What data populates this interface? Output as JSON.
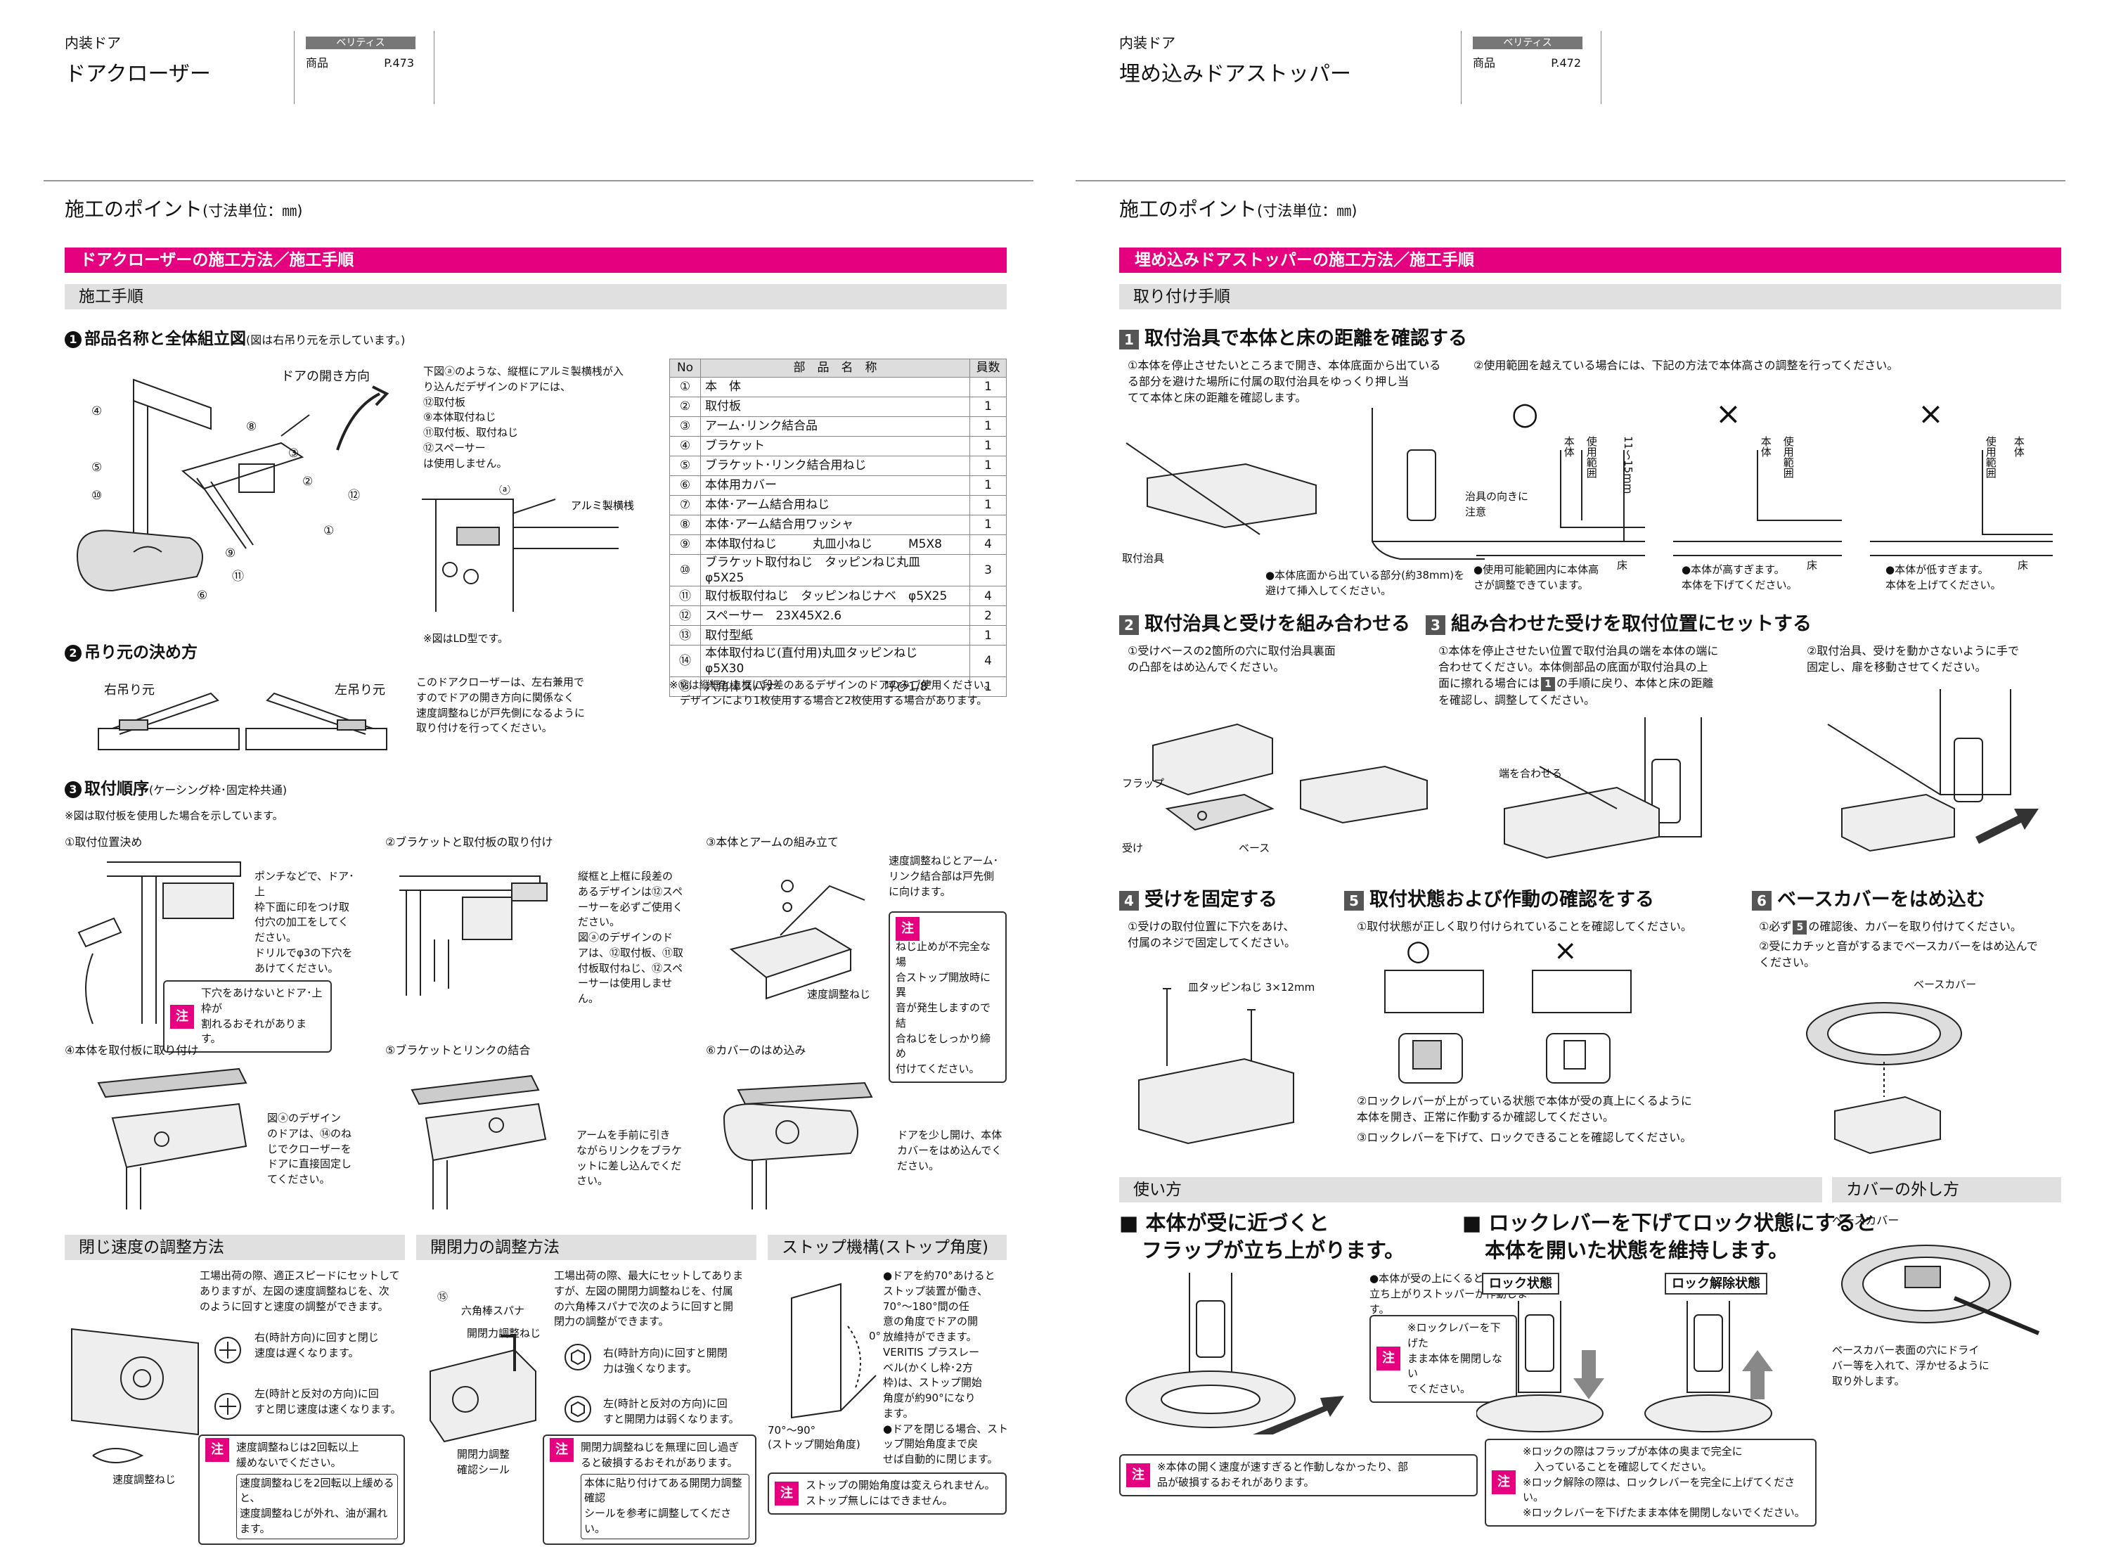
{
  "left": {
    "category": "内装ドア",
    "title": "ドアクローザー",
    "brand": "ベリティス",
    "ref_label": "商品",
    "ref_page": "P.473",
    "section_title": "施工のポイント",
    "section_unit": "(寸法単位：㎜)",
    "pink_heading": "ドアクローザーの施工方法／施工手順",
    "gray_heading": "施工手順",
    "step1": {
      "num": "1",
      "title": "部品名称と全体組立図",
      "note": "(図は右吊り元を示しています。)",
      "door_dir": "ドアの開き方向",
      "nums": [
        "④",
        "⑤",
        "⑩",
        "③",
        "②",
        "①",
        "⑫",
        "⑧",
        "⑨",
        "⑪",
        "⑥"
      ]
    },
    "step1_text": [
      "下図ⓐのような、縦框にアルミ製横桟が入",
      "り込んだデザインのドアには、",
      "⑫取付板",
      "⑨本体取付ねじ",
      "⑪取付板、取付ねじ",
      "⑫スペーサー",
      "は使用しません。"
    ],
    "fig_a_label": "ⓐ",
    "fig_a_text": "アルミ製横桟",
    "fig_a_note": "※図はLD型です。",
    "table": {
      "headers": [
        "No",
        "部　品　名　称",
        "員数"
      ],
      "rows": [
        [
          "①",
          "本　体",
          "1"
        ],
        [
          "②",
          "取付板",
          "1"
        ],
        [
          "③",
          "アーム･リンク結合品",
          "1"
        ],
        [
          "④",
          "ブラケット",
          "1"
        ],
        [
          "⑤",
          "ブラケット･リンク結合用ねじ",
          "1"
        ],
        [
          "⑥",
          "本体用カバー",
          "1"
        ],
        [
          "⑦",
          "本体･アーム結合用ねじ",
          "1"
        ],
        [
          "⑧",
          "本体･アーム結合用ワッシャ",
          "1"
        ],
        [
          "⑨",
          "本体取付ねじ　　　丸皿小ねじ　　　M5X8",
          "4"
        ],
        [
          "⑩",
          "ブラケット取付ねじ　タッピンねじ丸皿　φ5X25",
          "3"
        ],
        [
          "⑪",
          "取付板取付ねじ　タッピンねじナベ　φ5X25",
          "4"
        ],
        [
          "⑫",
          "スペーサー　23X45X2.6",
          "2"
        ],
        [
          "⑬",
          "取付型紙",
          "1"
        ],
        [
          "⑭",
          "本体取付ねじ(直付用)丸皿タッピンねじ　φ5X30",
          "4"
        ],
        [
          "⑮",
          "六角棒スパナ　　　　　　　　　呼び1/8″",
          "1"
        ]
      ],
      "note": [
        "※⑫は縦框と上框に段差のあるデザインのドアのみご使用ください。",
        "　デザインにより1枚使用する場合と2枚使用する場合があります。"
      ]
    },
    "step2": {
      "num": "2",
      "title": "吊り元の決め方",
      "right": "右吊り元",
      "left": "左吊り元",
      "text": [
        "このドアクローザーは、左右兼用で",
        "すのでドアの開き方向に関係なく",
        "速度調整ねじが戸先側になるように",
        "取り付けを行ってください。"
      ]
    },
    "step3": {
      "num": "3",
      "title": "取付順序",
      "note": "(ケーシング枠･固定枠共通)",
      "sub": "※図は取付板を使用した場合を示しています。"
    },
    "proc1": {
      "title": "①取付位置決め",
      "text": [
        "ポンチなどで、ドア･上",
        "枠下面に印をつけ取",
        "付穴の加工をしてく",
        "ださい。",
        "ドリルでφ3の下穴を",
        "あけてください。"
      ],
      "caution": [
        "下穴をあけないとドア･上枠が",
        "割れるおそれがあります。"
      ]
    },
    "proc2": {
      "title": "②ブラケットと取付板の取り付け",
      "text": [
        "縦框と上框に段差の",
        "あるデザインは⑫スペ",
        "ーサーを必ずご使用く",
        "ださい。",
        "図ⓐのデザインのド",
        "アは、⑫取付板、⑪取",
        "付板取付ねじ、⑫スペ",
        "ーサーは使用しませ",
        "ん。"
      ]
    },
    "proc3": {
      "title": "③本体とアームの組み立て",
      "text": [
        "速度調整ねじとアーム･",
        "リンク結合部は戸先側",
        "に向けます。"
      ],
      "caution": [
        "ねじ止めが不完全な場",
        "合ストップ開放時に異",
        "音が発生しますので結",
        "合ねじをしっかり締め",
        "付けてください。"
      ],
      "label": "速度調整ねじ"
    },
    "proc4": {
      "title": "④本体を取付板に取り付け",
      "text": [
        "図ⓐのデザイン",
        "のドアは、⑭のね",
        "じでクローザーを",
        "ドアに直接固定し",
        "てください。"
      ]
    },
    "proc5": {
      "title": "⑤ブラケットとリンクの結合",
      "text": [
        "アームを手前に引き",
        "ながらリンクをブラケ",
        "ットに差し込んでくだ",
        "さい。"
      ]
    },
    "proc6": {
      "title": "⑥カバーのはめ込み",
      "text": [
        "ドアを少し開け、本体",
        "カバーをはめ込んでく",
        "ださい。"
      ]
    },
    "speed": {
      "heading": "閉じ速度の調整方法",
      "text": [
        "工場出荷の際、適正スピードにセットして",
        "ありますが、左図の速度調整ねじを、次",
        "のように回すと速度の調整ができます。"
      ],
      "r1": [
        "右(時計方向)に回すと閉じ",
        "速度は遅くなります。"
      ],
      "r2": [
        "左(時計と反対の方向)に回",
        "すと閉じ速度は速くなります。"
      ],
      "label": "速度調整ねじ",
      "caution": [
        "速度調整ねじは2回転以上",
        "緩めないでください。"
      ],
      "note": [
        "速度調整ねじを2回転以上緩めると、",
        "速度調整ねじが外れ、油が漏れます。"
      ]
    },
    "force": {
      "heading": "開閉力の調整方法",
      "text": [
        "工場出荷の際、最大にセットしてありま",
        "すが、左図の開閉力調整ねじを、付属",
        "の六角棒スパナで次のように回すと開",
        "閉力の調整ができます。"
      ],
      "l1": "⑮",
      "l2": "六角棒スパナ",
      "l3": "開閉力調整ねじ",
      "r1": [
        "右(時計方向)に回すと開閉",
        "力は強くなります。"
      ],
      "r2": [
        "左(時計と反対の方向)に回",
        "すと開閉力は弱くなります。"
      ],
      "label": [
        "開閉力調整",
        "確認シール"
      ],
      "caution": [
        "開閉力調整ねじを無理に回し過ぎ",
        "ると破損するおそれがあります。"
      ],
      "note": [
        "本体に貼り付けてある開閉力調整確認",
        "シールを参考に調整してください。"
      ]
    },
    "stop": {
      "heading": "ストップ機構(ストップ角度)",
      "text": [
        "●ドアを約70°あけると",
        "ストップ装置が働き、",
        "70°～180°間の任",
        "意の角度でドアの開",
        "放維持ができます。",
        "VERITIS プラスレー",
        "ベル(かくし枠･2方",
        "枠)は、ストップ開始",
        "角度が約90°になり",
        "ます。",
        "●ドアを閉じる場合、スト",
        "ップ開始角度まで戻",
        "せば自動的に閉じます。"
      ],
      "angle": "70°～90°",
      "angle_note": "(ストップ開始角度)",
      "zero": "0°",
      "caution": [
        "ストップの開始角度は変えられません。",
        "ストップ無しにはできません。"
      ]
    }
  },
  "right": {
    "category": "内装ドア",
    "title": "埋め込みドアストッパー",
    "brand": "ベリティス",
    "ref_label": "商品",
    "ref_page": "P.472",
    "section_title": "施工のポイント",
    "section_unit": "(寸法単位：㎜)",
    "pink_heading": "埋め込みドアストッパーの施工方法／施工手順",
    "gray_heading": "取り付け手順",
    "s1": {
      "num": "1",
      "title": "取付治具で本体と床の距離を確認する",
      "t1": [
        "①本体を停止させたいところまで開き、本体底面から出ている",
        "る部分を避けた場所に付属の取付治具をゆっくり押し当",
        "てて本体と床の距離を確認します。"
      ],
      "t2": "②使用範囲を越えている場合には、下記の方法で本体高さの調整を行ってください。",
      "jig": "取付治具",
      "note1": [
        "●本体底面から出ている部分(約38mm)を",
        "避けて挿入してください。"
      ],
      "ok": "○",
      "ng": "×",
      "body": "本体",
      "range": "使用範囲",
      "dim": "11～15mm",
      "jig_dir": [
        "治具の向きに",
        "注意"
      ],
      "floor": "床",
      "c1": [
        "●使用可能範囲内に本体高",
        "さが調整できています。"
      ],
      "c2": [
        "●本体が高すぎます。",
        "本体を下げてください。"
      ],
      "c3": [
        "●本体が低すぎます。",
        "本体を上げてください。"
      ]
    },
    "s2": {
      "num": "2",
      "title": "取付治具と受けを組み合わせる",
      "text": [
        "①受けベースの2箇所の穴に取付治具裏面",
        "の凸部をはめ込んでください。"
      ],
      "flap": "フラップ",
      "base": "ベース",
      "uke": "受け"
    },
    "s3": {
      "num": "3",
      "title": "組み合わせた受けを取付位置にセットする",
      "t1": [
        "①本体を停止させたい位置で取付治具の端を本体の端に",
        "合わせてください。本体側部品の底面が取付治具の上",
        "面に擦れる場合には",
        "の手順に戻り、本体と床の距離",
        "を確認し、調整してください。"
      ],
      "t1_ref": "1",
      "t2": [
        "②取付治具、受けを動かさないように手で",
        "固定し、扉を移動させてください。"
      ],
      "align": "端を合わせる"
    },
    "s4": {
      "num": "4",
      "title": "受けを固定する",
      "text": [
        "①受けの取付位置に下穴をあけ、",
        "付属のネジで固定してください。"
      ],
      "screw": "皿タッピンねじ 3×12mm"
    },
    "s5": {
      "num": "5",
      "title": "取付状態および作動の確認をする",
      "t1": "①取付状態が正しく取り付けられていることを確認してください。",
      "ok": "○",
      "ng": "×",
      "t2": [
        "②ロックレバーが上がっている状態で本体が受の真上にくるように",
        "本体を開き、正常に作動するか確認してください。"
      ],
      "t3": "③ロックレバーを下げて、ロックできることを確認してください。"
    },
    "s6": {
      "num": "6",
      "title": "ベースカバーをはめ込む",
      "t1_a": "①必ず",
      "t1_ref": "5",
      "t1_b": "の確認後、カバーを取り付けてください。",
      "t2": [
        "②受にカチッと音がするまでベースカバーをはめ込んで",
        "ください。"
      ],
      "label": "ベースカバー"
    },
    "use": {
      "heading": "使い方",
      "b1": [
        "本体が受に近づくと",
        "フラップが立ち上がります。"
      ],
      "b1_note": [
        "●本体が受の上にくるとフラップが",
        "立ち上がりストッパーが作動します。"
      ],
      "b1_caution": [
        "※ロックレバーを下げた",
        "まま本体を開閉しない",
        "でください。"
      ],
      "b1_bottom": [
        "※本体の開く速度が速すぎると作動しなかったり、部",
        "品が破損するおそれがあります。"
      ],
      "b2": [
        "ロックレバーを下げてロック状態にすると",
        "本体を開いた状態を維持します。"
      ],
      "lock": "ロック状態",
      "unlock": "ロック解除状態",
      "b2_caution": [
        "※ロックの際はフラップが本体の奥まで完全に",
        "入っていることを確認してください。",
        "※ロック解除の際は、ロックレバーを完全に上げてください。",
        "※ロックレバーを下げたまま本体を開閉しないでください。"
      ]
    },
    "cover": {
      "heading": "カバーの外し方",
      "label": "ベースカバー",
      "text": [
        "ベースカバー表面の穴にドライ",
        "バー等を入れて、浮かせるように",
        "取り外します。"
      ]
    },
    "mark": "注"
  }
}
